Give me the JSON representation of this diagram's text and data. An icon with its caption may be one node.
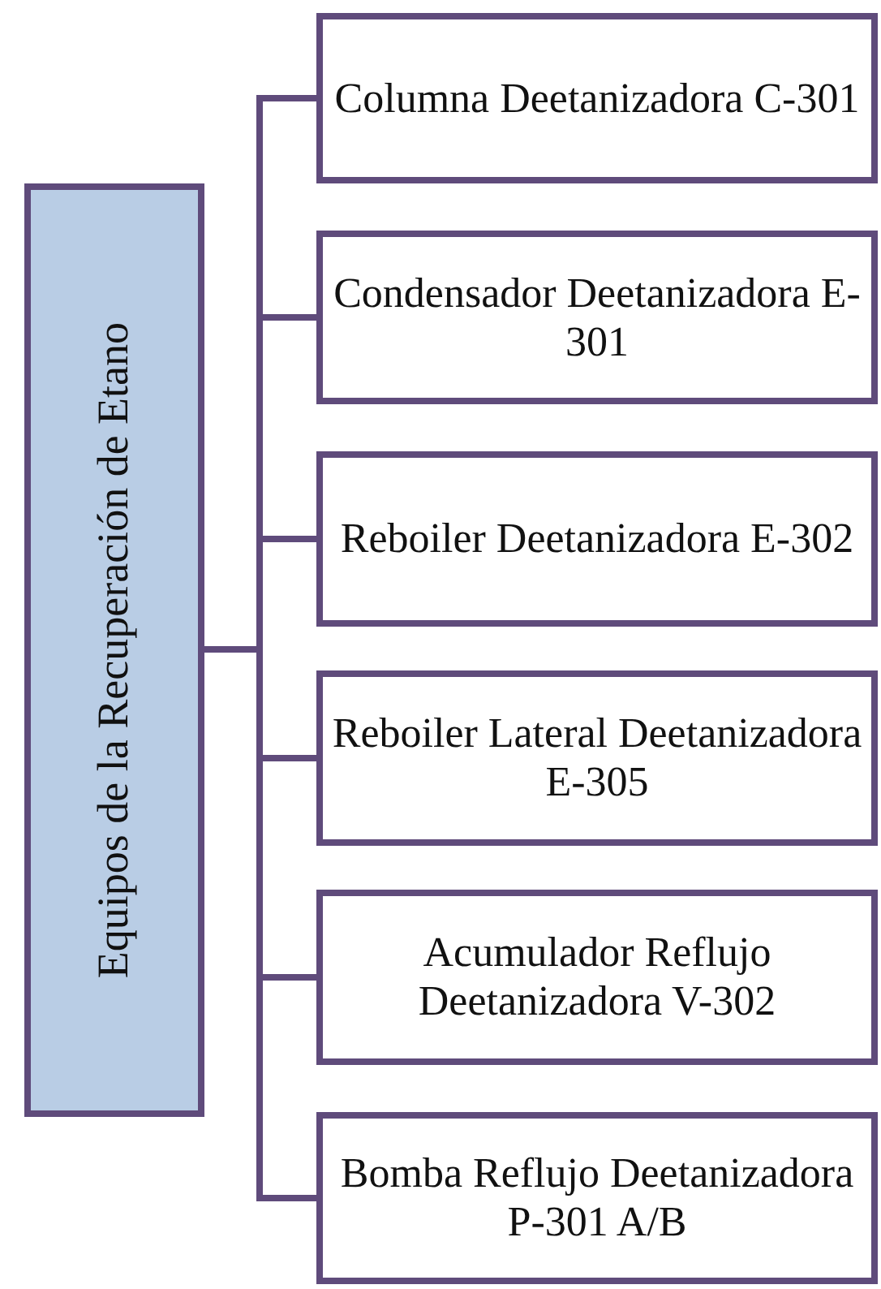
{
  "diagram": {
    "nodes": [
      {
        "text": [
          "Equipos de la Recuperación de Etano"
        ]
      },
      {
        "text": [
          "Columna Deetanizadora C-301"
        ]
      },
      {
        "text": [
          "Condensador Deetanizadora E-301"
        ]
      },
      {
        "text": [
          "Reboiler Deetanizadora E-302"
        ]
      },
      {
        "text": [
          "Reboiler Lateral Deetanizadora E-305"
        ]
      },
      {
        "text": [
          "Acumulador Reflujo Deetanizadora V-302"
        ]
      },
      {
        "text": [
          "Bomba Reflujo Deetanizadora P-301 A/B"
        ]
      }
    ],
    "edges": [
      {
        "from": 0,
        "to": 1,
        "arrow": "none"
      },
      {
        "from": 0,
        "to": 2,
        "arrow": "none"
      },
      {
        "from": 0,
        "to": 3,
        "arrow": "none"
      },
      {
        "from": 0,
        "to": 4,
        "arrow": "none"
      },
      {
        "from": 0,
        "to": 5,
        "arrow": "none"
      },
      {
        "from": 0,
        "to": 6,
        "arrow": "none"
      }
    ]
  }
}
